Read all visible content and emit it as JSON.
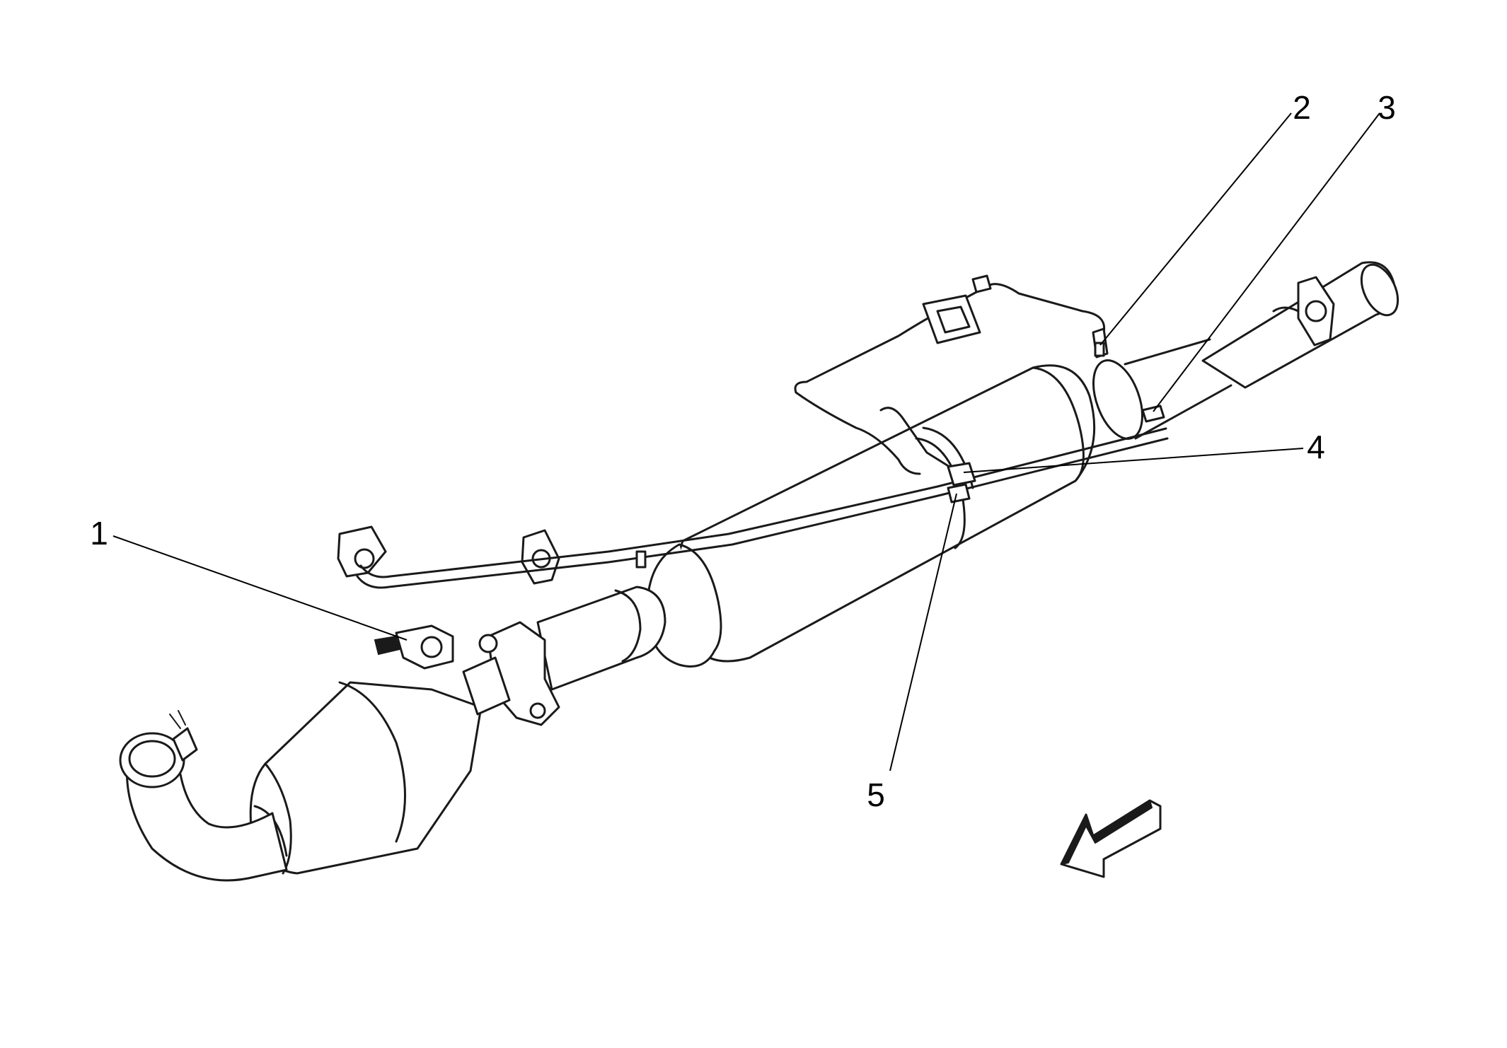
{
  "callouts": [
    {
      "number": "1"
    },
    {
      "number": "2"
    },
    {
      "number": "3"
    },
    {
      "number": "4"
    },
    {
      "number": "5"
    }
  ],
  "direction_arrow": {
    "icon": "front-direction-arrow-icon"
  },
  "colors": {
    "line": "#1a1a1a",
    "background": "#ffffff"
  }
}
